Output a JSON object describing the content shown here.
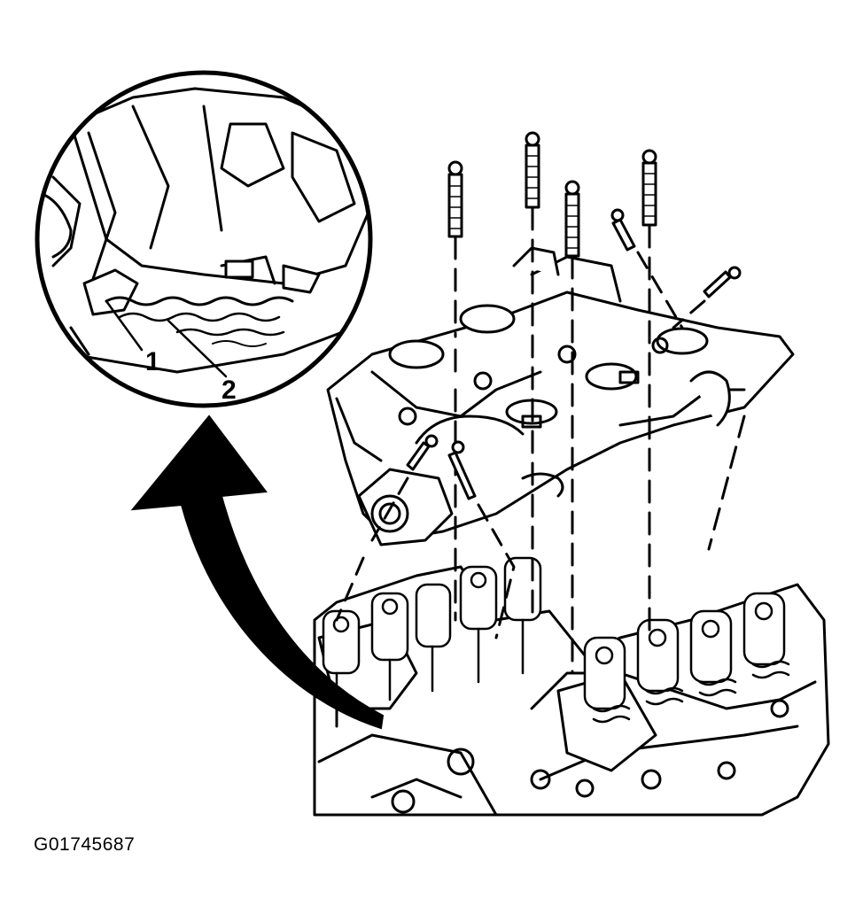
{
  "figure_id": "G01745687",
  "callouts": [
    {
      "id": "1",
      "text": "1"
    },
    {
      "id": "2",
      "text": "2"
    }
  ],
  "colors": {
    "ink": "#000000",
    "paper": "#ffffff"
  }
}
